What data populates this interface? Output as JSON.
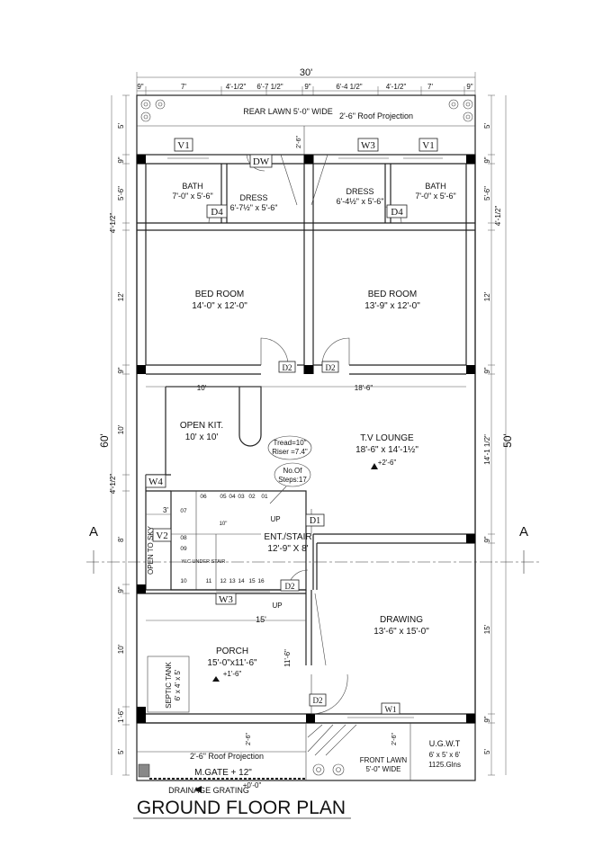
{
  "title": "GROUND FLOOR PLAN",
  "dims": {
    "overall_width": "30'",
    "top_segments": [
      "9\"",
      "7'",
      "4'-1/2\"",
      "6'-7 1/2\"",
      "9\"",
      "6'-4 1/2\"",
      "4'-1/2\"",
      "7'",
      "9\""
    ],
    "left_overall": "60'",
    "right_overall": "50'",
    "left_segments": [
      "5'",
      "9\"",
      "5'-6\"",
      "4'-1/2\"",
      "12'",
      "9\"",
      "10'",
      "4'-1/2\"",
      "8'",
      "9\"",
      "10'",
      "1'-6\"",
      "5'"
    ],
    "right_segments": [
      "5'",
      "9\"",
      "5'-6\"",
      "4'-1/2\"",
      "12'",
      "9\"",
      "14'-1 1/2\"",
      "9\"",
      "15'",
      "9\"",
      "5'"
    ],
    "kitchen_width": "10'",
    "lounge_width": "18'-6\"",
    "porch_width": "15'",
    "porch_depth": "11'-6\"",
    "stair_gap": "3'",
    "rear_proj": "2'-6\"",
    "front_proj_left": "2'-6\"",
    "front_proj_right": "2'-6\""
  },
  "rooms": {
    "rear_lawn": "REAR LAWN  5'-0\" WIDE",
    "rear_roof": "2'-6\" Roof Projection",
    "bath_left_name": "BATH",
    "bath_left_size": "7'-0\" x 5'-6\"",
    "dress_left_name": "DRESS",
    "dress_left_size": "6'-7½\" x 5'-6\"",
    "dress_right_name": "DRESS",
    "dress_right_size": "6'-4½\" x 5'-6\"",
    "bath_right_name": "BATH",
    "bath_right_size": "7'-0\" x 5'-6\"",
    "bed_left_name": "BED ROOM",
    "bed_left_size": "14'-0\" x 12'-0\"",
    "bed_right_name": "BED ROOM",
    "bed_right_size": "13'-9\" x 12'-0\"",
    "kitchen_name": "OPEN KIT.",
    "kitchen_size": "10' x 10'",
    "lounge_name": "T.V LOUNGE",
    "lounge_size": "18'-6\" x 14'-1½\"",
    "lounge_level": "+2'-6\"",
    "tread": "Tread=10\"",
    "riser": "Riser =7.4\"",
    "steps_line1": "No.Of",
    "steps_line2": "Steps:17",
    "stair_name": "ENT./STAIR",
    "stair_size": "12'-9\" X 8'",
    "up_upper": "UP",
    "up_lower": "UP",
    "wc": "W.C UNDER STAIR",
    "sky": "OPEN TO SKY",
    "landing": "10\"",
    "porch_name": "PORCH",
    "porch_size": "15'-0\"x11'-6\"",
    "porch_level": "+1'-6\"",
    "septic_name": "SEPTIC TANK",
    "septic_size": "6' x 4' x 5'",
    "drawing_name": "DRAWING",
    "drawing_size": "13'-6\" x 15'-0\"",
    "front_roof": "2'-6\" Roof Projection",
    "gate": "M.GATE + 12\"",
    "front_lawn": "FRONT LAWN",
    "front_lawn_size": "5'-0\" WIDE",
    "ugwt": "U.G.W.T",
    "ugwt_size": "6' x 5' x 6'",
    "ugwt_cap": "1125.Glns",
    "drain": "DRAINAGE GRATING",
    "road_level": "+0'-0\""
  },
  "steps": [
    "01",
    "02",
    "03",
    "04",
    "05",
    "06",
    "07",
    "08",
    "09",
    "10",
    "11",
    "12",
    "13",
    "14",
    "15",
    "16"
  ],
  "tags": {
    "v1": "V1",
    "v2": "V2",
    "w3": "W3",
    "w4": "W4",
    "w1": "W1",
    "dw": "DW",
    "d4": "D4",
    "d2": "D2",
    "d1": "D1"
  },
  "section": "A"
}
